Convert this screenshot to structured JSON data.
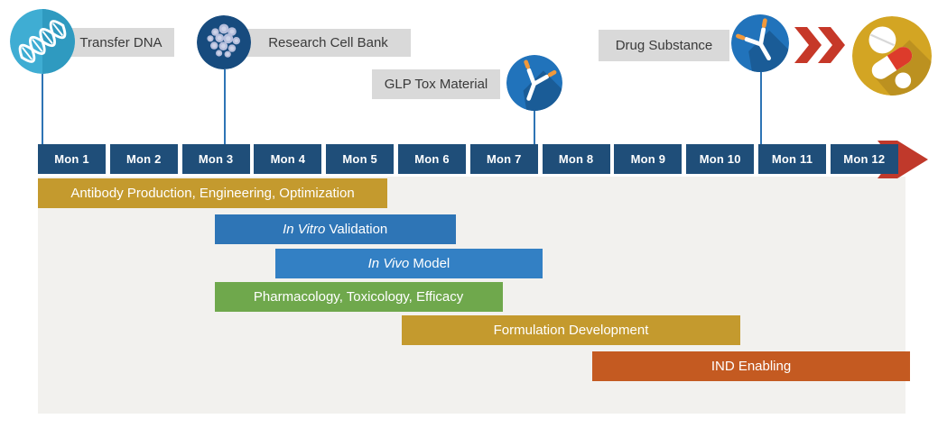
{
  "colors": {
    "timeline_cell": "#1F4E79",
    "panel_bg": "#F2F1EE",
    "label_box_bg": "#D9D9D9",
    "label_text": "#3A3A3A",
    "connector_blue": "#2E74B5",
    "arrow_red": "#C63828",
    "gold_bar": "#C49A2E",
    "blue_bar": "#2E75B6",
    "green_bar": "#6FA84C",
    "orange_bar": "#C45A21",
    "bar_text": "#FFFFFF"
  },
  "chart_data": {
    "type": "bar",
    "subtype": "gantt-timeline",
    "x_axis": {
      "unit": "month",
      "labels": [
        "Mon 1",
        "Mon 2",
        "Mon 3",
        "Mon 4",
        "Mon 5",
        "Mon 6",
        "Mon 7",
        "Mon 8",
        "Mon 9",
        "Mon 10",
        "Mon 11",
        "Mon 12"
      ],
      "range": [
        1,
        13
      ],
      "end_arrow": true
    },
    "tasks": [
      {
        "id": "antibody-production",
        "name": "Antibody Production, Engineering, Optimization",
        "start_month": 1.0,
        "end_month": 5.85,
        "color": "#C49A2E",
        "label_parts": [
          {
            "text": "Antibody Production, Engineering, Optimization",
            "italic": false
          }
        ]
      },
      {
        "id": "in-vitro-validation",
        "name": "In Vitro Validation",
        "start_month": 3.45,
        "end_month": 6.8,
        "color": "#2E75B6",
        "label_parts": [
          {
            "text": "In Vitro",
            "italic": true
          },
          {
            "text": " Validation",
            "italic": false
          }
        ]
      },
      {
        "id": "in-vivo-model",
        "name": "In Vivo Model",
        "start_month": 4.3,
        "end_month": 8.0,
        "color": "#3380C4",
        "label_parts": [
          {
            "text": "In Vivo",
            "italic": true
          },
          {
            "text": " Model",
            "italic": false
          }
        ]
      },
      {
        "id": "pharmacology-toxicology-efficacy",
        "name": "Pharmacology, Toxicology, Efficacy",
        "start_month": 3.45,
        "end_month": 7.45,
        "color": "#6FA84C",
        "label_parts": [
          {
            "text": "Pharmacology, Toxicology, Efficacy",
            "italic": false
          }
        ]
      },
      {
        "id": "formulation-development",
        "name": "Formulation Development",
        "start_month": 6.05,
        "end_month": 10.75,
        "color": "#C49A2E",
        "label_parts": [
          {
            "text": "Formulation Development",
            "italic": false
          }
        ]
      },
      {
        "id": "ind-enabling",
        "name": "IND Enabling",
        "start_month": 8.7,
        "end_month": 13.1,
        "color": "#C45A21",
        "label_parts": [
          {
            "text": "IND Enabling",
            "italic": false
          }
        ]
      }
    ],
    "milestones": [
      {
        "label": "Transfer DNA",
        "icon": "dna-icon",
        "at_month": 1.05
      },
      {
        "label": "Research Cell Bank",
        "icon": "cell-bank-icon",
        "at_month": 3.6
      },
      {
        "label": "GLP Tox Material",
        "icon": "antibody-icon",
        "at_month": 7.9
      },
      {
        "label": "Drug Substance",
        "icon": "antibody-icon",
        "at_month": 11.05
      }
    ],
    "finish": {
      "icon": "pills-icon",
      "lead_icon": "double-chevron-right-icon"
    }
  }
}
